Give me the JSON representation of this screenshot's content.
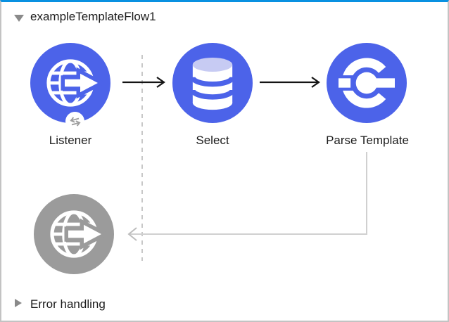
{
  "flow": {
    "title": "exampleTemplateFlow1",
    "error_handling": "Error handling"
  },
  "nodes": [
    {
      "id": "listener",
      "label": "Listener",
      "icon": "http-listener-globe-arrow-icon",
      "state": "enabled"
    },
    {
      "id": "select",
      "label": "Select",
      "icon": "database-icon",
      "state": "enabled"
    },
    {
      "id": "parse-template",
      "label": "Parse Template",
      "icon": "core-component-icon",
      "state": "enabled"
    },
    {
      "id": "listener-response",
      "label": "",
      "icon": "http-listener-globe-arrow-icon",
      "state": "disabled"
    }
  ],
  "connections": [
    {
      "from": "listener",
      "to": "select",
      "style": "solid-black-arrow"
    },
    {
      "from": "select",
      "to": "parse-template",
      "style": "solid-black-arrow"
    },
    {
      "from": "parse-template",
      "to": "listener-response",
      "style": "light-gray-return-arrow"
    }
  ],
  "icons": {
    "flow_disclosure": "triangle-down",
    "error_disclosure": "triangle-right",
    "listener_badge": "exchange-arrows"
  },
  "colors": {
    "node_blue": "#4c63e9",
    "node_gray": "#9b9b9b",
    "db_top": "#c7cbf3",
    "connector_light": "#d0d0d0",
    "connector_head": "#bdbdbd",
    "dashed_gray": "#c8c8c8",
    "arrow_black": "#141414",
    "text_color": "#1c1c1c",
    "border_gray": "#c3c3c3",
    "top_accent": "#0991e1",
    "triangle_gray": "#8a8a8a",
    "badge_glyph": "#9e9e9e"
  }
}
